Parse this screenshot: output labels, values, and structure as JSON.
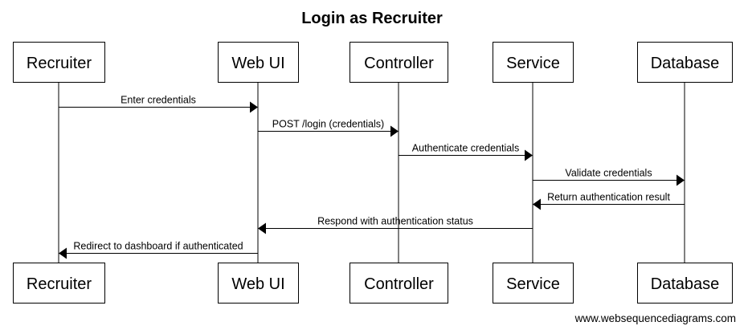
{
  "diagram": {
    "title": "Login as Recruiter",
    "participants": [
      {
        "id": "recruiter",
        "label": "Recruiter"
      },
      {
        "id": "webui",
        "label": "Web UI"
      },
      {
        "id": "controller",
        "label": "Controller"
      },
      {
        "id": "service",
        "label": "Service"
      },
      {
        "id": "database",
        "label": "Database"
      }
    ],
    "messages": [
      {
        "from": "recruiter",
        "to": "webui",
        "label": "Enter credentials"
      },
      {
        "from": "webui",
        "to": "controller",
        "label": "POST /login (credentials)"
      },
      {
        "from": "controller",
        "to": "service",
        "label": "Authenticate credentials"
      },
      {
        "from": "service",
        "to": "database",
        "label": "Validate credentials"
      },
      {
        "from": "database",
        "to": "service",
        "label": "Return authentication result"
      },
      {
        "from": "service",
        "to": "webui",
        "label": "Respond with authentication status"
      },
      {
        "from": "webui",
        "to": "recruiter",
        "label": "Redirect to dashboard if authenticated"
      }
    ],
    "footer": "www.websequencediagrams.com"
  }
}
